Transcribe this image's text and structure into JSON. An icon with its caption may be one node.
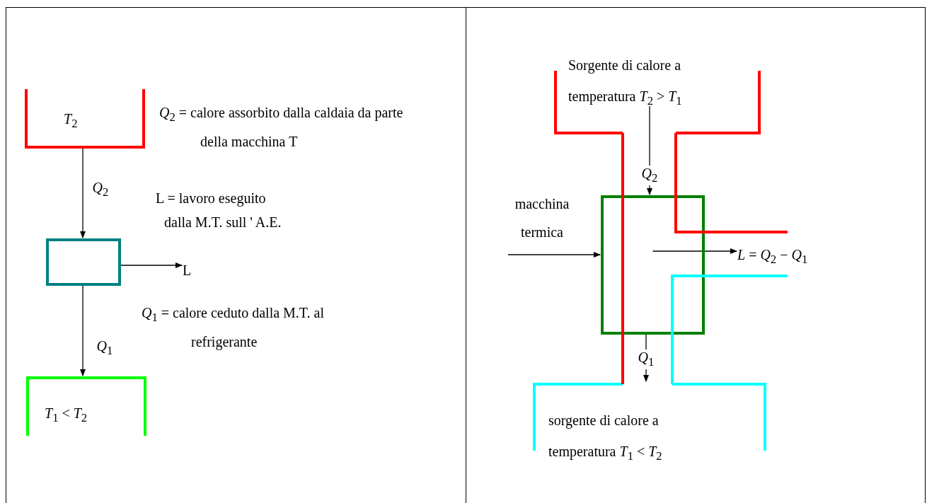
{
  "diagram": {
    "nodes": [
      {
        "text": [
          "*T*$_{2}$"
        ]
      },
      {
        "text": [],
        "shape": "box"
      },
      {
        "text": [
          "*T*$_{1}$ < *T*$_{2}$"
        ]
      },
      {
        "text": [
          "L"
        ]
      },
      {
        "text": [
          "Sorgente di calore a temperatura *T*$_{2}$ > *T*$_{1}$"
        ]
      },
      {
        "text": [],
        "shape": "box"
      },
      {
        "text": [
          "sorgente di calore a temperatura *T*$_{1}$ < *T*$_{2}$"
        ]
      },
      {
        "text": [
          "macchina termica"
        ]
      },
      {
        "text": [
          "*L* = *Q*$_{2}$ − *Q*$_{1}$"
        ]
      },
      {
        "text": [],
        "shape": "bar"
      },
      {
        "text": [],
        "shape": "bar"
      },
      {
        "text": [],
        "shape": "bar"
      }
    ],
    "edges": [
      {
        "from": 0,
        "to": 1,
        "arrow": "to",
        "label": "*Q*$_{2}$"
      },
      {
        "from": 1,
        "to": 2,
        "arrow": "to",
        "label": "*Q*$_{1}$"
      },
      {
        "from": 1,
        "to": 3,
        "arrow": "to"
      },
      {
        "from": 4,
        "to": 5,
        "arrow": "to",
        "label": "*Q*$_{2}$"
      },
      {
        "from": 5,
        "to": 6,
        "arrow": "to",
        "label": "*Q*$_{1}$"
      },
      {
        "from": 7,
        "to": 5,
        "arrow": "to"
      },
      {
        "from": 5,
        "to": 8,
        "arrow": "to"
      }
    ],
    "labels": [
      "*Q*$_{2}$ = calore assorbito dalla caldaia da parte della macchina T",
      "L = lavoro eseguito dalla M.T. sull ' A.E.",
      "*Q*$_{1}$ = calore ceduto dalla M.T. al refrigerante"
    ]
  }
}
